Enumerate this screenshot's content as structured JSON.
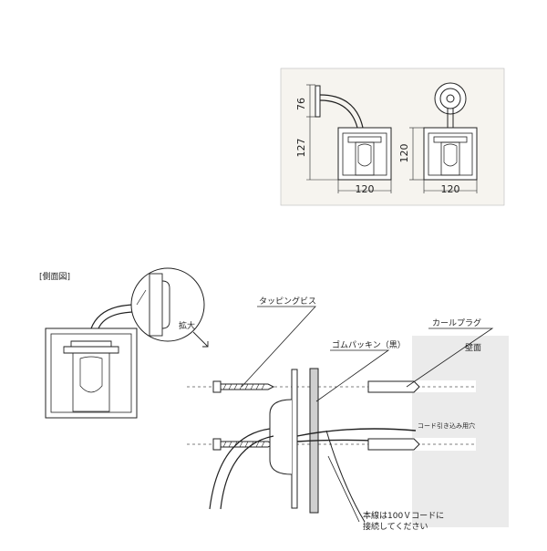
{
  "top_diagram": {
    "dims": {
      "arm_height": "76",
      "box_height_left": "127",
      "width_left": "120",
      "box_height_right": "120",
      "width_right": "120"
    }
  },
  "side_view": {
    "title": "[側面図]",
    "zoom_label": "拡大"
  },
  "callouts": {
    "tapping_screw": "タッピングビス",
    "rubber_packing": "ゴムパッキン（黒）",
    "curl_plug": "カールプラグ",
    "wall": "壁面",
    "cord_hole": "コード引き込み用穴",
    "note_line1": "本線は100Ｖコードに",
    "note_line2": "接続してください"
  },
  "colors": {
    "line": "#222222",
    "panel_bg": "#f6f4ef",
    "wall_fill": "#ebebeb",
    "hole_fill": "#ffffff",
    "packing_fill": "#cfcfcf"
  }
}
